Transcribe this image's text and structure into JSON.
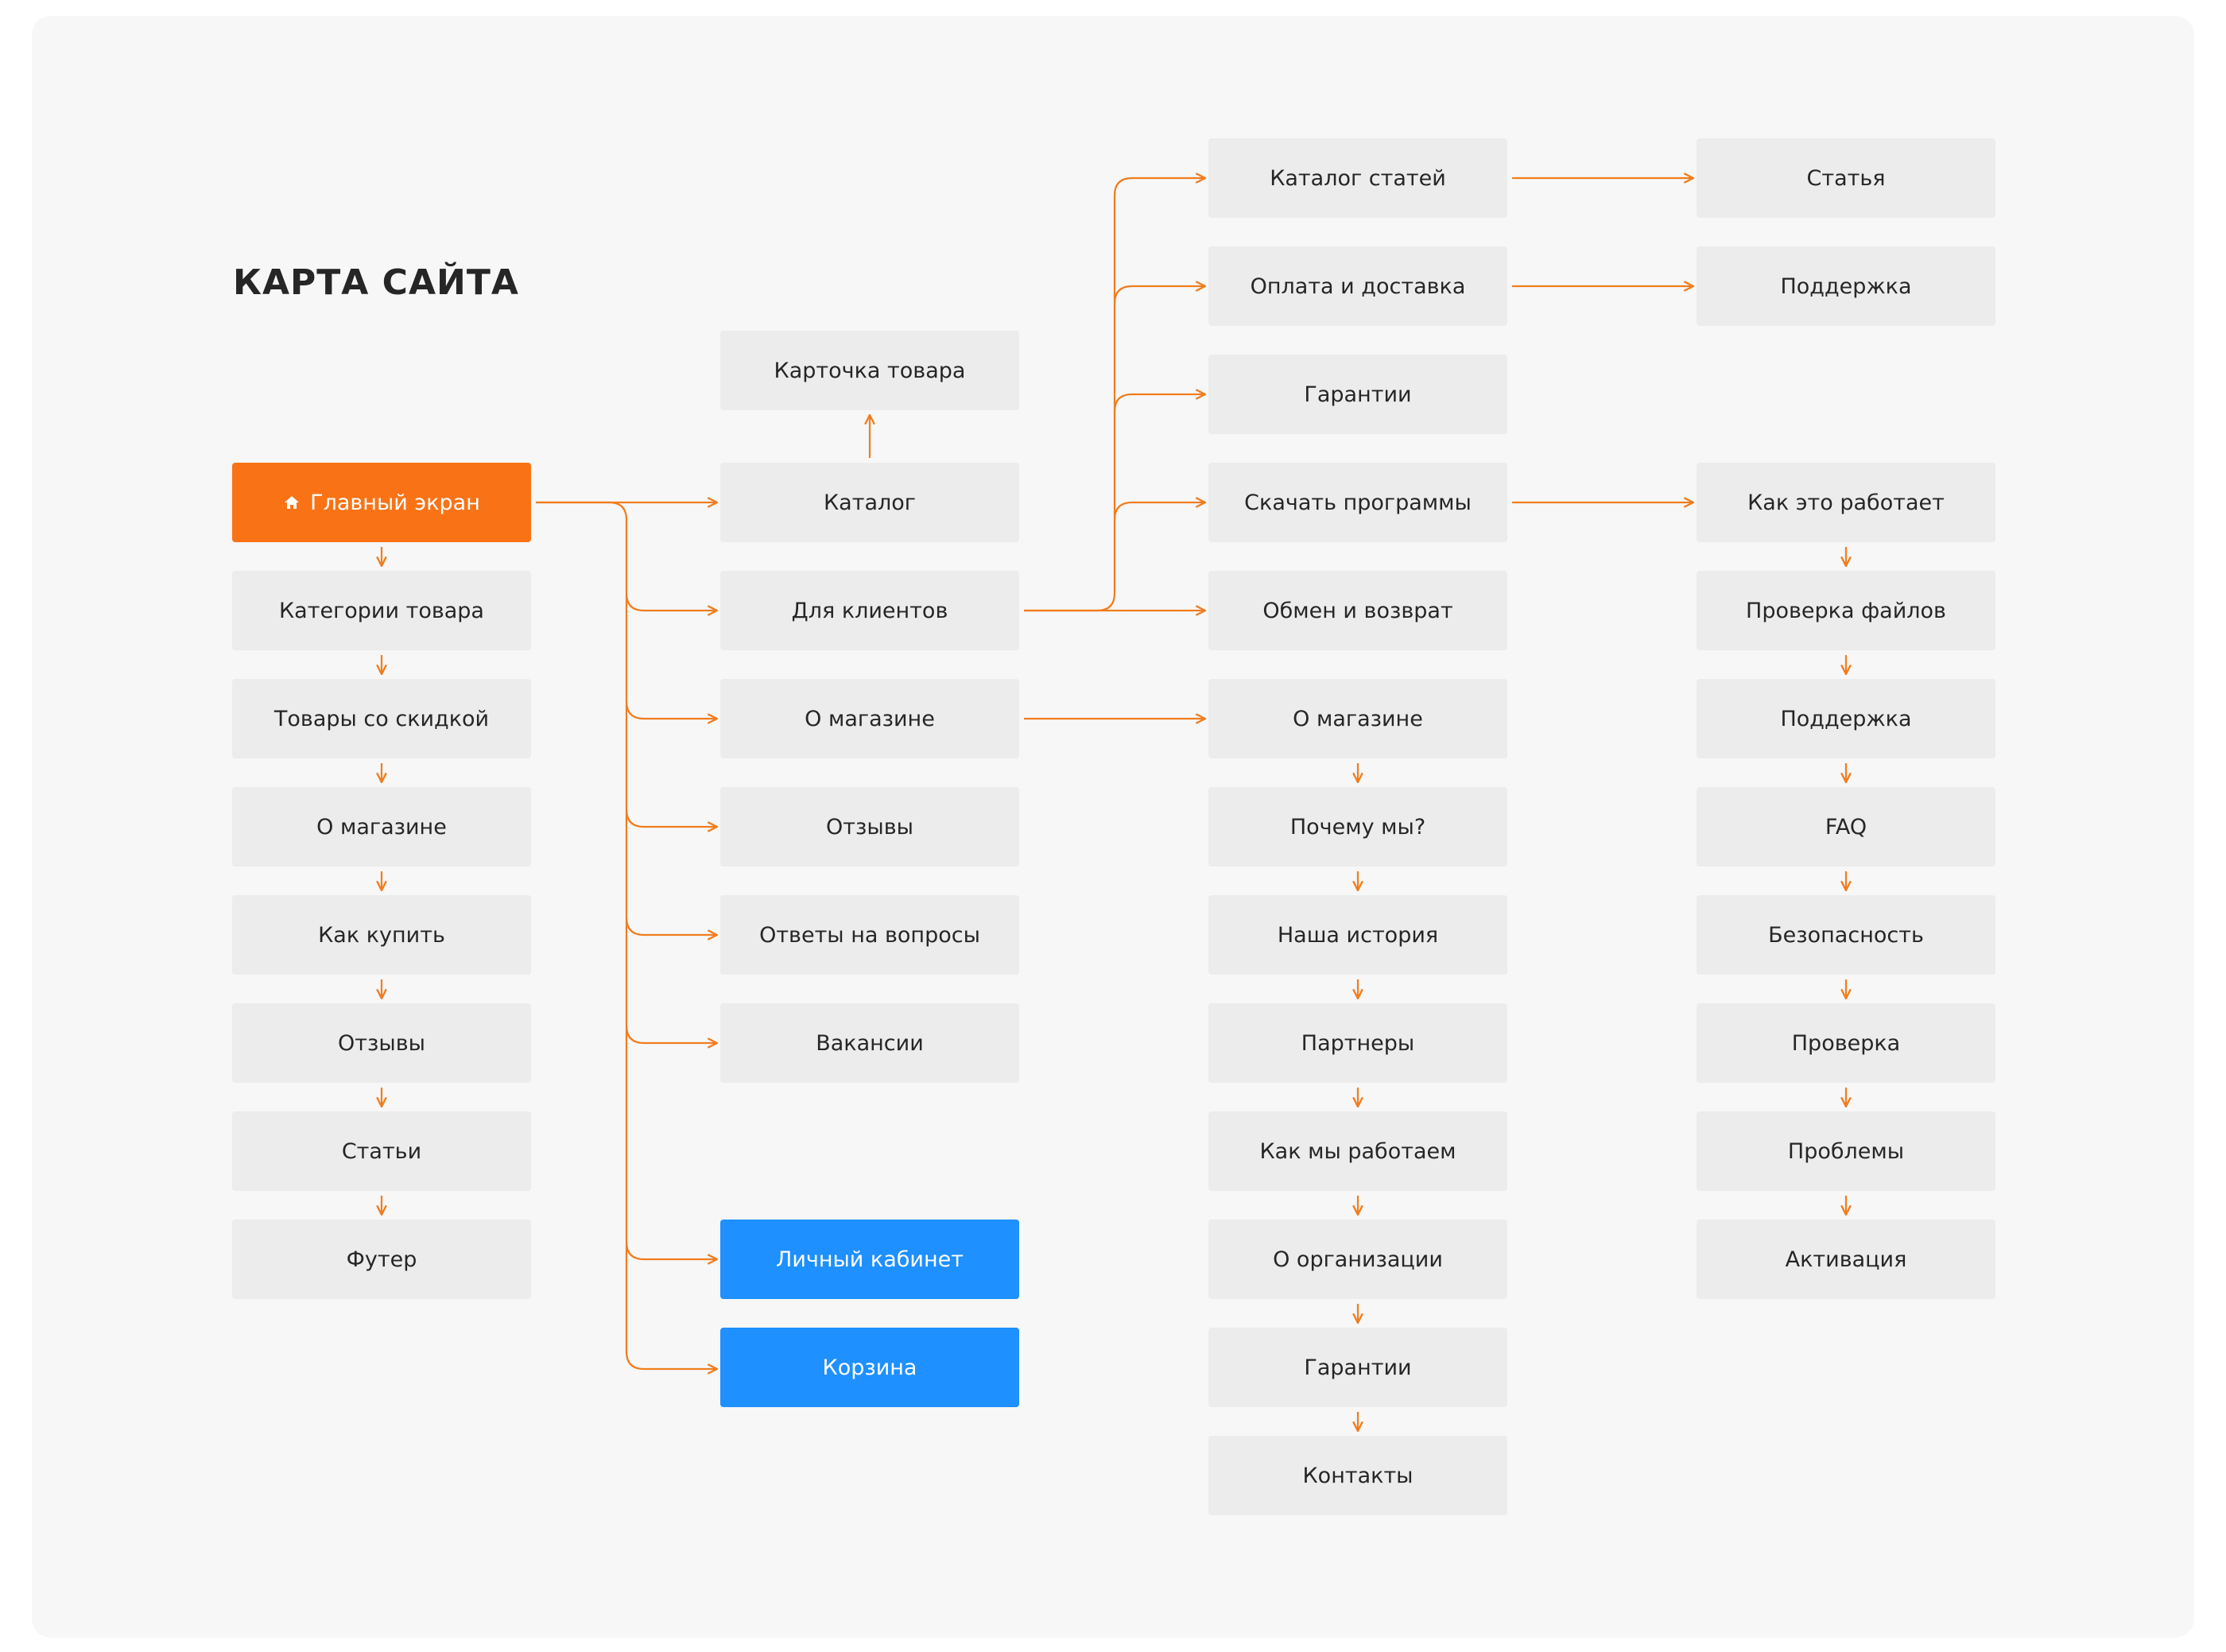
{
  "title": "КАРТА САЙТА",
  "colors": {
    "accent": "#f97316",
    "highlight": "#1e90ff",
    "node_bg": "#ececec",
    "line": "#f07d1e"
  },
  "col1": {
    "home": "Главный экран",
    "home_icon": "home-icon",
    "items": [
      "Категории товара",
      "Товары со скидкой",
      "О магазине",
      "Как купить",
      "Отзывы",
      "Статьи",
      "Футер"
    ]
  },
  "col2": {
    "product_card": "Карточка товара",
    "items": [
      "Каталог",
      "Для клиентов",
      "О магазине",
      "Отзывы",
      "Ответы на вопросы",
      "Вакансии"
    ],
    "account": "Личный кабинет",
    "cart": "Корзина"
  },
  "col3": {
    "clients": [
      "Каталог статей",
      "Оплата и доставка",
      "Гарантии",
      "Скачать программы",
      "Обмен и возврат"
    ],
    "about": [
      "О магазине",
      "Почему мы?",
      "Наша история",
      "Партнеры",
      "Как мы работаем",
      "О организации",
      "Гарантии",
      "Контакты"
    ]
  },
  "col4": {
    "article": "Статья",
    "support": "Поддержка",
    "programs": [
      "Как это работает",
      "Проверка файлов",
      "Поддержка",
      "FAQ",
      "Безопасность",
      "Проверка",
      "Проблемы",
      "Активация"
    ]
  }
}
